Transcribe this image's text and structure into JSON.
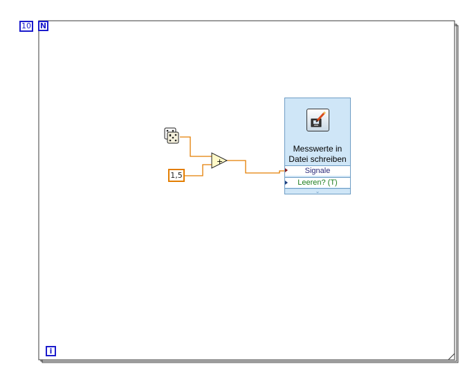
{
  "loop": {
    "count_value": "10",
    "count_terminal_label": "N",
    "iteration_terminal_label": "i"
  },
  "nodes": {
    "random_number_icon": "dice-icon",
    "add_function_symbol": "+",
    "numeric_constant": "1,5",
    "express_vi": {
      "icon": "write-measurement-file-icon",
      "title_line1": "Messwerte in",
      "title_line2": "Datei schreiben",
      "inputs": [
        {
          "label": "Signale"
        },
        {
          "label": "Leeren? (T)"
        }
      ],
      "expand_glyph": "⌄"
    }
  },
  "colors": {
    "loop_border": "#3a3a3a",
    "terminal_blue": "#1a1acc",
    "wire_orange": "#e37d00",
    "express_vi_fill": "#cfe6f7",
    "express_vi_border": "#6d9cc4",
    "boolean_green": "#1c7d1c"
  }
}
